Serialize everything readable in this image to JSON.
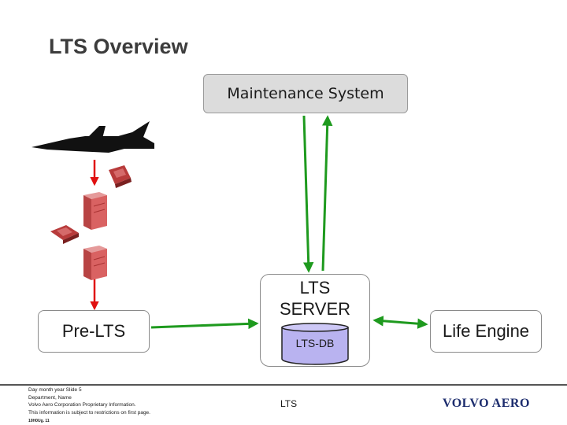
{
  "slide": {
    "title": "LTS Overview"
  },
  "nodes": {
    "maintenance": "Maintenance System",
    "pre_lts": "Pre-LTS",
    "server_line1": "LTS",
    "server_line2": "SERVER",
    "db": "LTS-DB",
    "life_engine": "Life Engine"
  },
  "footer": {
    "line1": "Day month year  Slide 5",
    "line2": "Department, Name",
    "line3": "Volvo Aero Corporation Proprietary Information.",
    "line4": "This information is subject to restrictions on first page.",
    "code": "10H0Ug. 11",
    "center": "LTS",
    "logo": "VOLVO AERO"
  },
  "colors": {
    "arrow_green": "#1e9a1e",
    "arrow_red": "#e01010",
    "db_fill": "#b9b3f0",
    "logo": "#1d2d6e"
  },
  "icons": [
    "fighter-jet-icon",
    "data-recorder-icon",
    "server-tower-icon",
    "data-recorder-icon",
    "server-tower-icon"
  ]
}
